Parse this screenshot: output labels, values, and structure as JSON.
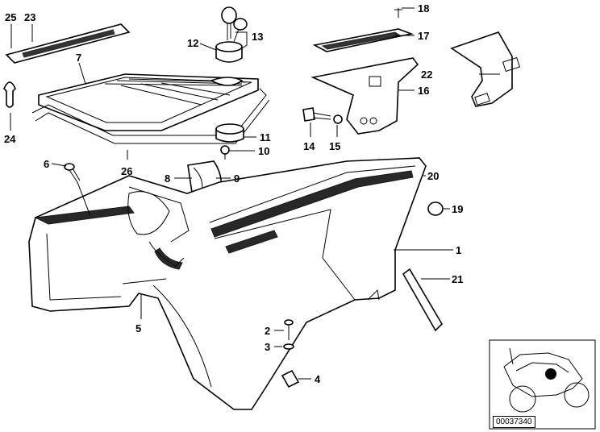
{
  "reference_code": "00037340",
  "labels": {
    "l25": "25",
    "l23": "23",
    "l7": "7",
    "l24": "24",
    "l12": "12",
    "l13": "13",
    "l11": "11",
    "l10": "10",
    "l26": "26",
    "l6": "6",
    "l8": "8",
    "l9": "9",
    "l18": "18",
    "l17": "17",
    "l22": "22",
    "l16": "16",
    "l14": "14",
    "l15": "15",
    "l20": "20",
    "l19": "19",
    "l1": "1",
    "l21": "21",
    "l5": "5",
    "l2": "2",
    "l3": "3",
    "l4": "4"
  },
  "colors": {
    "line": "#000000",
    "background": "#ffffff",
    "marker": "#000000"
  }
}
